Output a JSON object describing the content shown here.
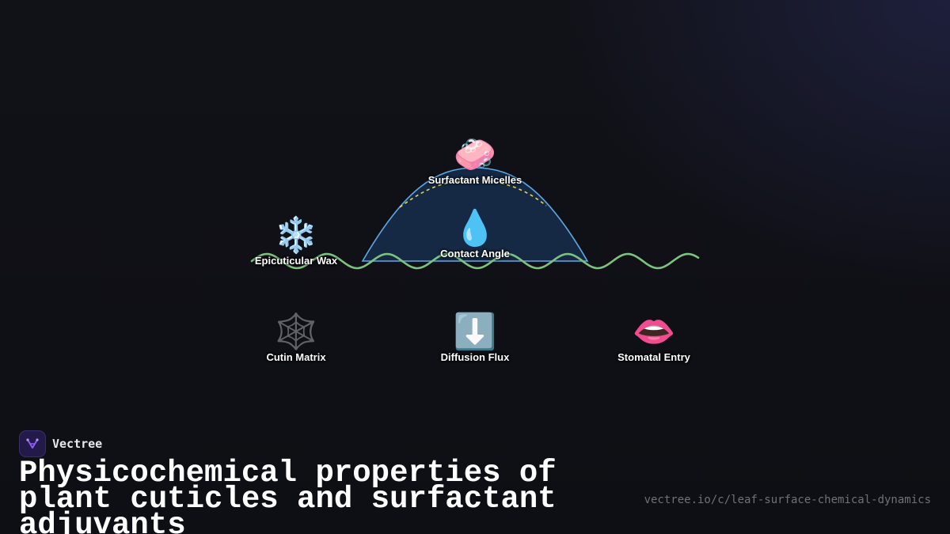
{
  "diagram": {
    "nodes": {
      "surfactant_micelles": {
        "label": "Surfactant Micelles",
        "icon": "soap-icon",
        "glyph": "🧼"
      },
      "epicuticular_wax": {
        "label": "Epicuticular Wax",
        "icon": "snowflake-icon",
        "glyph": "❄️"
      },
      "contact_angle": {
        "label": "Contact Angle",
        "icon": "droplet-icon",
        "glyph": "💧"
      },
      "cutin_matrix": {
        "label": "Cutin Matrix",
        "icon": "spider-web-icon",
        "glyph": "🕸️"
      },
      "diffusion_flux": {
        "label": "Diffusion Flux",
        "icon": "down-arrow-icon",
        "glyph": "⬇️"
      },
      "stomatal_entry": {
        "label": "Stomatal Entry",
        "icon": "mouth-icon",
        "glyph": "👄"
      }
    },
    "colors": {
      "droplet_stroke": "#5ea8e6",
      "droplet_fill": "#163050",
      "leaf_wave": "#7cc47e",
      "contact_angle_arc": "#e8d84a"
    }
  },
  "brand": {
    "name": "Vectree",
    "logo_color": "#8b5cf6"
  },
  "footer": {
    "title": "Physicochemical properties of plant cuticles and surfactant adjuvants",
    "url": "vectree.io/c/leaf-surface-chemical-dynamics"
  }
}
